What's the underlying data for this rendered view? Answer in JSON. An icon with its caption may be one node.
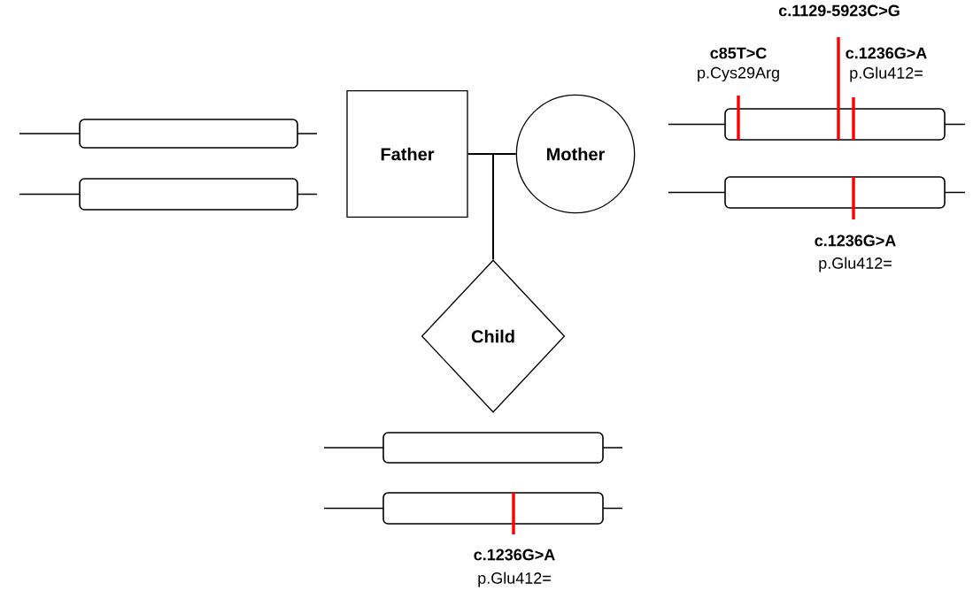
{
  "diagram": {
    "nodes": [
      {
        "text": [
          "Father"
        ]
      },
      {
        "text": [
          "Mother"
        ]
      },
      {
        "text": [
          "Child"
        ]
      }
    ],
    "edges": [
      {
        "from": 0,
        "to": 1,
        "arrow": "none"
      },
      {
        "from": null,
        "to": 2,
        "arrow": "none"
      }
    ],
    "labels": [
      "c.1129-5923C>G",
      "c85T>C",
      "p.Cys29Arg",
      "c.1236G>A",
      "p.Glu412=",
      "c.1236G>A",
      "p.Glu412=",
      "c.1236G>A",
      "p.Glu412="
    ]
  }
}
